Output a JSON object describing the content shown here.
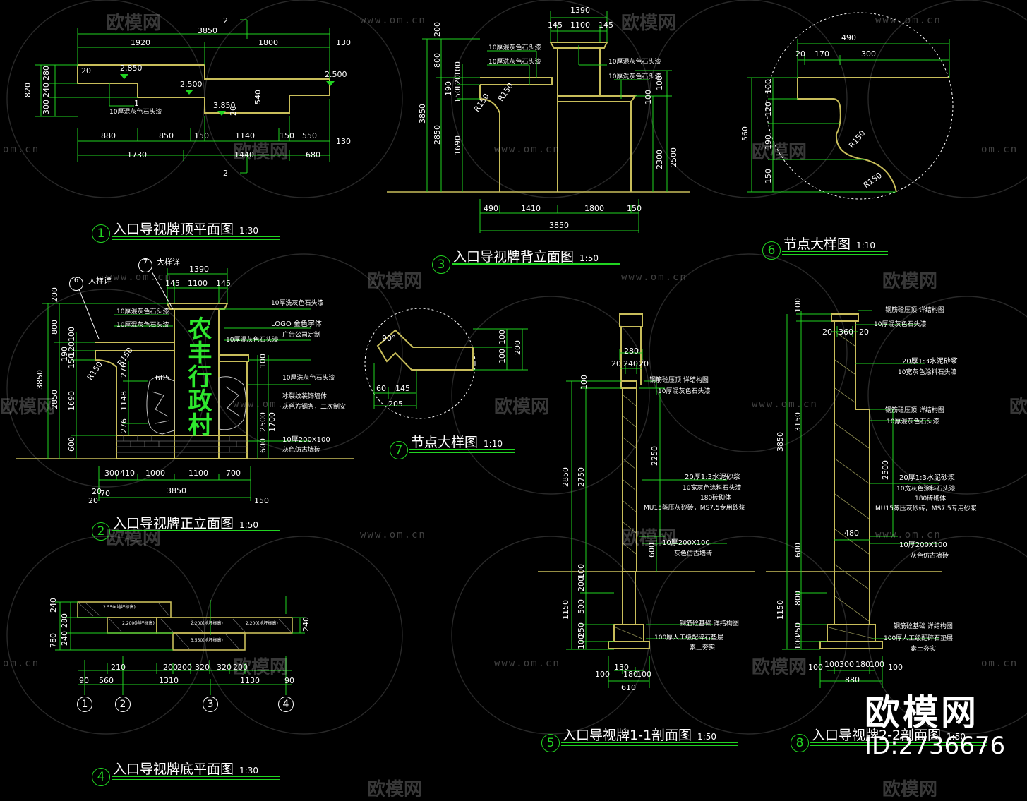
{
  "drawings": {
    "d1": {
      "number": "1",
      "title": "入口导视牌顶平面图",
      "scale": "1:30"
    },
    "d2": {
      "number": "2",
      "title": "入口导视牌正立面图",
      "scale": "1:50"
    },
    "d3": {
      "number": "3",
      "title": "入口导视牌背立面图",
      "scale": "1:50"
    },
    "d4": {
      "number": "4",
      "title": "入口导视牌底平面图",
      "scale": "1:30"
    },
    "d5": {
      "number": "5",
      "title": "入口导视牌1-1剖面图",
      "scale": "1:50"
    },
    "d6": {
      "number": "6",
      "title": "节点大样图",
      "scale": "1:10"
    },
    "d7": {
      "number": "7",
      "title": "节点大样图",
      "scale": "1:10"
    },
    "d8": {
      "number": "8",
      "title": "入口导视牌2-2剖面图",
      "scale": "1:50"
    }
  },
  "sign_text": "农丰行政村",
  "watermark": {
    "brand": "欧模网",
    "url": "www.om.cn",
    "url_short": "om.cn"
  },
  "brand_corner": {
    "name": "欧模网",
    "id": "ID:2736676"
  },
  "callouts": {
    "c6": {
      "num": "6",
      "label": "大样详"
    },
    "c7": {
      "num": "7",
      "label": "大样详"
    }
  },
  "axes": [
    "1",
    "2",
    "3",
    "4"
  ],
  "dims": {
    "d1": {
      "top": "3850",
      "a": "1920",
      "b": "1800",
      "r1": "130",
      "v1": "280",
      "v2": "240",
      "v3": "300",
      "v_total": "820",
      "sec": "2",
      "sec2": "2",
      "sec_sub": "1",
      "el1": "2.850",
      "el2": "2.500",
      "el3": "2.500",
      "el4": "3.850",
      "n20a": "20",
      "n20b": "20",
      "n540": "540",
      "b880": "880",
      "b850": "850",
      "b150a": "150",
      "b1140": "1140",
      "b150b": "150",
      "b550": "550",
      "b130": "130",
      "c1730": "1730",
      "c1440": "1440",
      "c680": "680",
      "note": "10厚混灰色石头漆"
    },
    "d3": {
      "t1390": "1390",
      "t145a": "145",
      "t1100": "1100",
      "t145b": "145",
      "v200": "200",
      "v800": "800",
      "v100": "100",
      "v120": "120",
      "v150": "150",
      "v190": "190",
      "v3850": "3850",
      "v2850": "2850",
      "v1690": "1690",
      "v2300": "2300",
      "v2500": "2500",
      "v100b": "100",
      "v100c": "100",
      "r150a": "R150",
      "r150b": "R150",
      "b490": "490",
      "b1410": "1410",
      "b1800": "1800",
      "b150": "150",
      "b3850": "3850",
      "n1": "10厚混灰色石头漆",
      "n2": "10厚洗灰色石头漆",
      "n3": "10厚混灰色石头漆",
      "n4": "10厚洗灰色石头漆"
    },
    "d6": {
      "t490": "490",
      "t20": "20",
      "t170": "170",
      "t300": "300",
      "v100": "100",
      "v120": "120",
      "v560": "560",
      "v190": "190",
      "v150": "150",
      "r1": "R150",
      "r2": "R150"
    },
    "d2": {
      "t1390": "1390",
      "t145a": "145",
      "t1100": "1100",
      "t145b": "145",
      "v200": "200",
      "v800": "800",
      "v100": "100",
      "v120": "120",
      "v150": "150",
      "v190": "190",
      "v3850": "3850",
      "v2850": "2850",
      "v1690": "1690",
      "v600": "600",
      "v276a": "276",
      "v1148": "1148",
      "v276b": "276",
      "v605": "605",
      "r150a": "R150",
      "r150b": "R150",
      "v100r": "100",
      "v1700": "1700",
      "v2500": "2500",
      "v600r": "600",
      "b300": "300",
      "b410": "410",
      "b1000": "1000",
      "b1100": "1100",
      "b700": "700",
      "b20a": "20",
      "b70": "70",
      "b3850": "3850",
      "b20b": "20",
      "b150": "150",
      "n1": "10厚混灰色石头漆",
      "n2": "10厚混灰色石头漆",
      "n3": "10厚洗灰色石头漆",
      "n4": "LOGO  金色字体",
      "n5": "广告公司定制",
      "n6": "10厚混灰色石头漆",
      "n7": "10厚洗灰色石头漆",
      "n8": "冰裂纹装饰墙体",
      "n9": "灰色方钢条，二次制安",
      "n10": "10厚200X100",
      "n11": "灰色仿古墙砖"
    },
    "d7": {
      "angle": "90°",
      "v100": "100",
      "v200": "200",
      "v100b": "100",
      "b60": "60",
      "b145": "145",
      "b205": "205"
    },
    "d5": {
      "t280": "280",
      "t20a": "20",
      "t240": "240",
      "t20b": "20",
      "v100": "100",
      "v2850": "2850",
      "v2750": "2750",
      "v2250": "2250",
      "v600": "600",
      "v200": "200",
      "v100b": "100",
      "v1150": "1150",
      "v500": "500",
      "v250": "250",
      "v100c": "100",
      "b100a": "100",
      "b130": "130",
      "b180": "180",
      "b100b": "100",
      "b610": "610",
      "n1": "钢筋砼压顶  详结构图",
      "n2": "10厚混灰色石头漆",
      "n3": "20厚1:3水泥砂浆",
      "n4": "10宽灰色涂料石头漆",
      "n5": "180砖砌体",
      "n6": "MU15蒸压灰砂砖，MS7.5专用砂浆",
      "n7": "10厚200X100",
      "n8": "灰色仿古墙砖",
      "n9": "钢筋砼基础  详结构图",
      "n10": "100厚人工级配碎石垫层",
      "n11": "素土夯实"
    },
    "d8": {
      "v100": "100",
      "t20a": "20",
      "t360": "360",
      "t20b": "20",
      "v3850": "3850",
      "v3150": "3150",
      "v2500": "2500",
      "v600": "600",
      "v480": "480",
      "v1150": "1150",
      "v800": "800",
      "v250": "250",
      "v100b": "100",
      "b100a": "100",
      "b100b": "100",
      "b300": "300",
      "b180": "180",
      "b100c": "100",
      "b100d": "100",
      "b880": "880",
      "n1": "钢筋砼压顶  详结构图",
      "n2": "10厚混灰色石头漆",
      "n3": "20厚1:3水泥砂浆",
      "n4": "10宽灰色涂料石头漆",
      "n5": "钢筋砼压顶  详结构图",
      "n6": "10厚混灰色石头漆",
      "n7": "20厚1:3水泥砂浆",
      "n8": "10宽灰色涂料石头漆",
      "n9": "180砖砌体",
      "n10": "MU15蒸压灰砂砖，MS7.5专用砂浆",
      "n11": "10厚200X100",
      "n12": "灰色仿古墙砖",
      "n13": "钢筋砼基础  详结构图",
      "n14": "100厚人工级配碎石垫层",
      "n15": "素土夯实"
    },
    "d4": {
      "v240a": "240",
      "v280": "280",
      "v240b": "240",
      "v780": "780",
      "v240r": "240",
      "e1": "2.550(地坪标高)",
      "e2": "2.200(地坪标高)",
      "e3": "2.200(地坪标高)",
      "e4": "2.200(地坪标高)",
      "e5": "3.550(地坪标高)",
      "b210": "210",
      "b200a": "200",
      "b200b": "200",
      "b320a": "320",
      "b320b": "320",
      "b200c": "200",
      "c90a": "90",
      "c560": "560",
      "c1310": "1310",
      "c1130": "1130",
      "c90b": "90"
    }
  }
}
